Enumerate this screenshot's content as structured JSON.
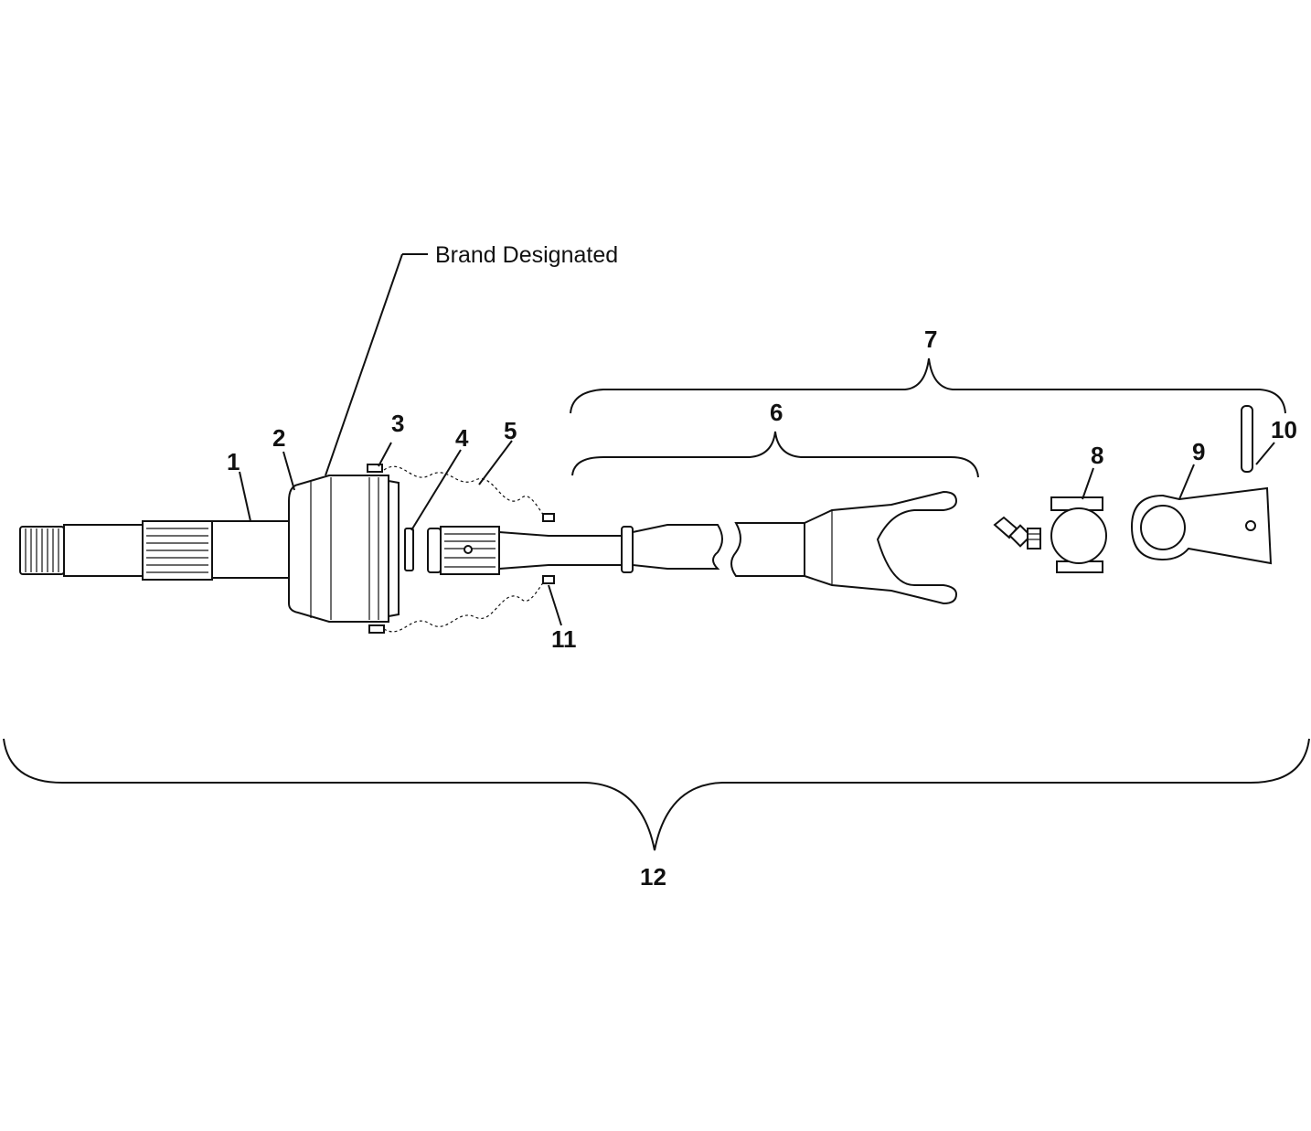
{
  "callouts": {
    "brand_note": "Brand Designated",
    "c1": "1",
    "c2": "2",
    "c3": "3",
    "c4": "4",
    "c5": "5",
    "c6": "6",
    "c7": "7",
    "c8": "8",
    "c9": "9",
    "c10": "10",
    "c11": "11",
    "c12": "12"
  }
}
